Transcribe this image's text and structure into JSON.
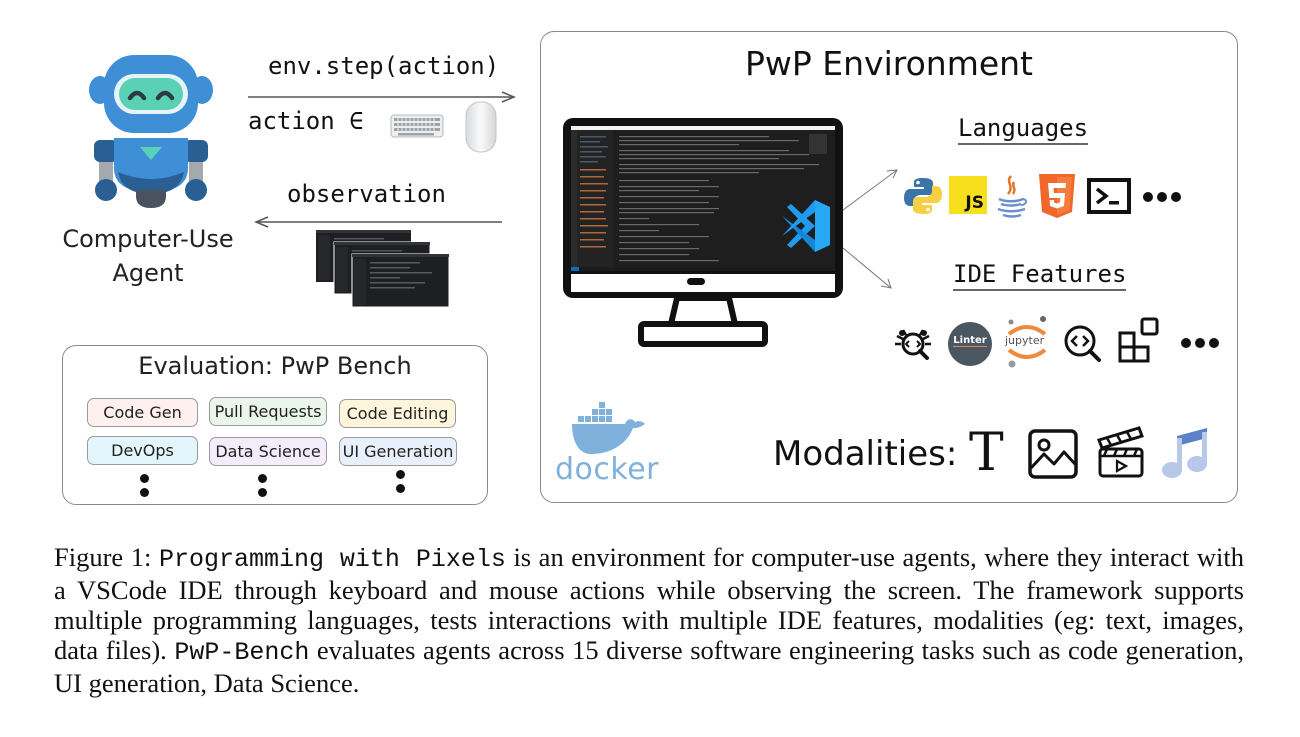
{
  "agent": {
    "label_line1": "Computer-Use",
    "label_line2": "Agent"
  },
  "interaction": {
    "step_label": "env.step(action)",
    "action_label": "action ∈",
    "action_inputs": [
      "keyboard-icon",
      "mouse-icon"
    ],
    "observation_label": "observation"
  },
  "evaluation": {
    "title": "Evaluation: PwP Bench",
    "tasks": [
      {
        "label": "Code Gen",
        "color": "#fdf0ee"
      },
      {
        "label": "Pull Requests",
        "color": "#eaf6ea"
      },
      {
        "label": "Code Editing",
        "color": "#fdf6dc"
      },
      {
        "label": "DevOps",
        "color": "#e3f6fb"
      },
      {
        "label": "Data Science",
        "color": "#f3ecfa"
      },
      {
        "label": "UI Generation",
        "color": "#e8f1fb"
      }
    ],
    "more": "⋮"
  },
  "environment": {
    "title": "PwP Environment",
    "screen_app": "VSCode",
    "languages": {
      "heading": "Languages",
      "icons": [
        "python-icon",
        "javascript-icon",
        "java-icon",
        "html5-icon",
        "terminal-icon",
        "more-icon"
      ],
      "js_text": "JS"
    },
    "ide_features": {
      "heading": "IDE Features",
      "icons": [
        "debugger-icon",
        "linter-icon",
        "jupyter-icon",
        "code-search-icon",
        "extensions-icon",
        "more-icon"
      ],
      "linter_text": "Linter",
      "jupyter_text": "jupyter"
    },
    "docker_label": "docker",
    "modalities": {
      "label": "Modalities:",
      "icons": [
        "text-icon",
        "image-icon",
        "video-icon",
        "audio-icon"
      ],
      "text_glyph": "T"
    }
  },
  "caption": {
    "prefix": "Figure 1: ",
    "name_mono": "Programming with Pixels",
    "part1": " is an environment for computer-use agents, where they interact with a VSCode IDE through keyboard and mouse actions while observing the screen. The framework supports multiple programming languages, tests interactions with multiple IDE features, modalities (eg: text, images, data files). ",
    "bench_mono": "PwP-Bench",
    "part2": " evaluates agents across 15 diverse software engineering tasks such as code generation, UI generation, Data Science."
  },
  "colors": {
    "robot_blue": "#3e8fd6",
    "robot_dark": "#2a5f94",
    "robot_face": "#5ad1b4",
    "vscode_blue": "#1f9cf0",
    "docker_blue": "#7fb1dc",
    "html5_orange": "#f1662a",
    "js_yellow": "#f7df1e"
  }
}
